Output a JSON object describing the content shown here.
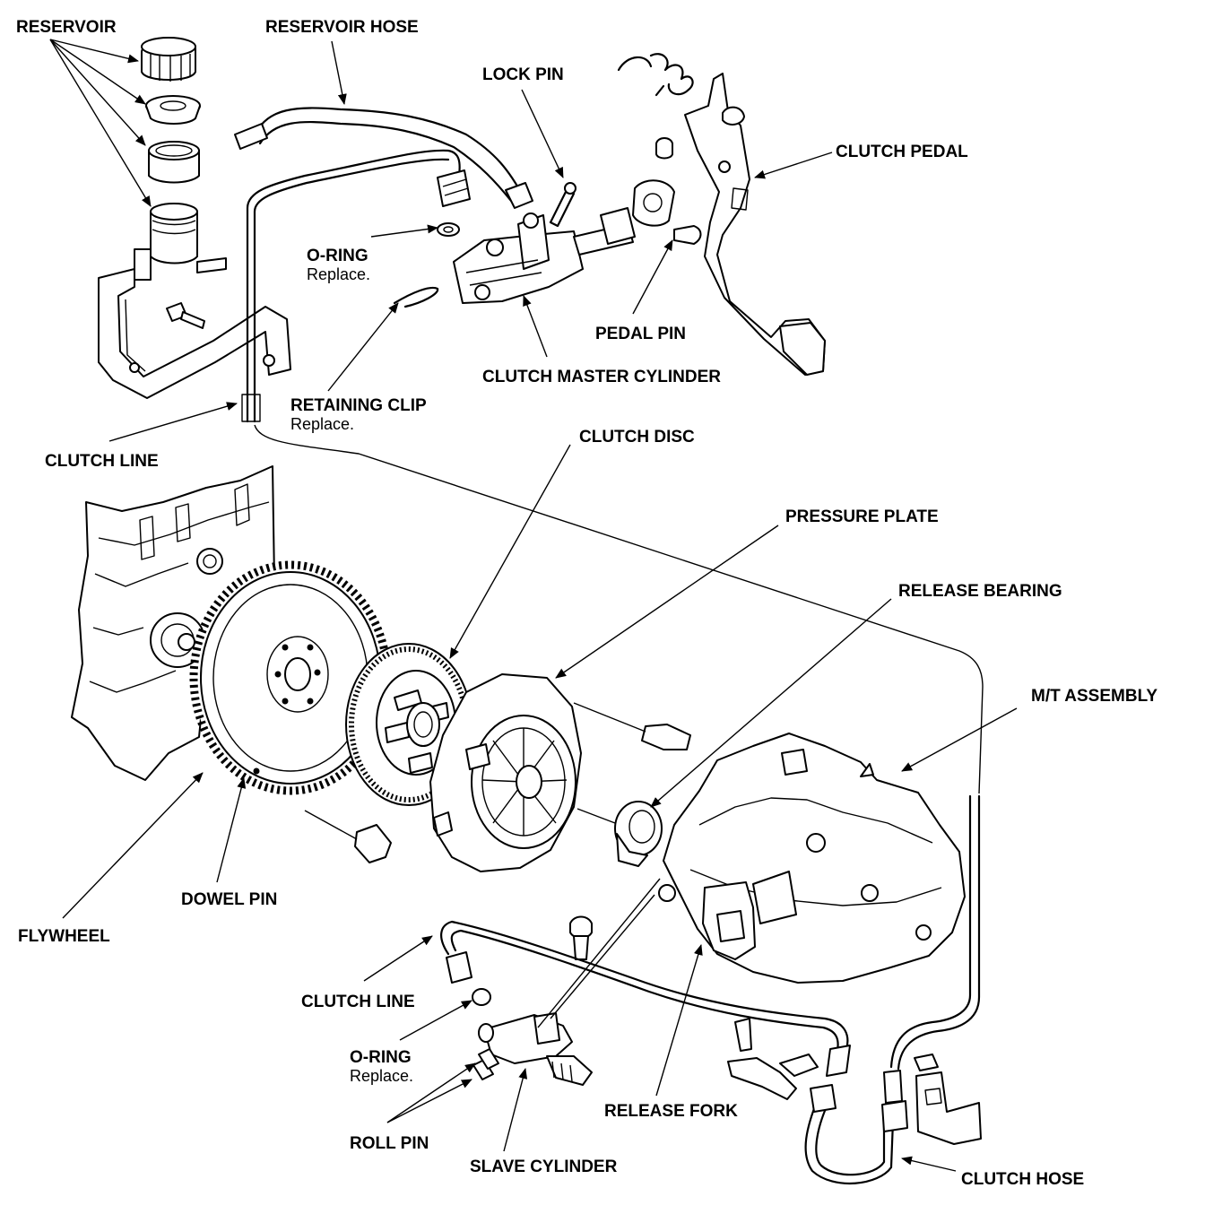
{
  "labels": {
    "reservoir": "RESERVOIR",
    "reservoir_hose": "RESERVOIR HOSE",
    "lock_pin": "LOCK PIN",
    "clutch_pedal": "CLUTCH PEDAL",
    "o_ring_top": "O-RING",
    "o_ring_top_note": "Replace.",
    "pedal_pin": "PEDAL PIN",
    "clutch_master_cylinder": "CLUTCH MASTER CYLINDER",
    "retaining_clip": "RETAINING CLIP",
    "retaining_clip_note": "Replace.",
    "clutch_line_top": "CLUTCH LINE",
    "clutch_disc": "CLUTCH DISC",
    "pressure_plate": "PRESSURE PLATE",
    "release_bearing": "RELEASE BEARING",
    "mt_assembly": "M/T ASSEMBLY",
    "dowel_pin": "DOWEL PIN",
    "flywheel": "FLYWHEEL",
    "clutch_line_bottom": "CLUTCH LINE",
    "o_ring_bottom": "O-RING",
    "o_ring_bottom_note": "Replace.",
    "roll_pin": "ROLL PIN",
    "slave_cylinder": "SLAVE CYLINDER",
    "release_fork": "RELEASE FORK",
    "clutch_hose": "CLUTCH HOSE"
  },
  "colors": {
    "ink": "#000000",
    "paper": "#ffffff"
  }
}
